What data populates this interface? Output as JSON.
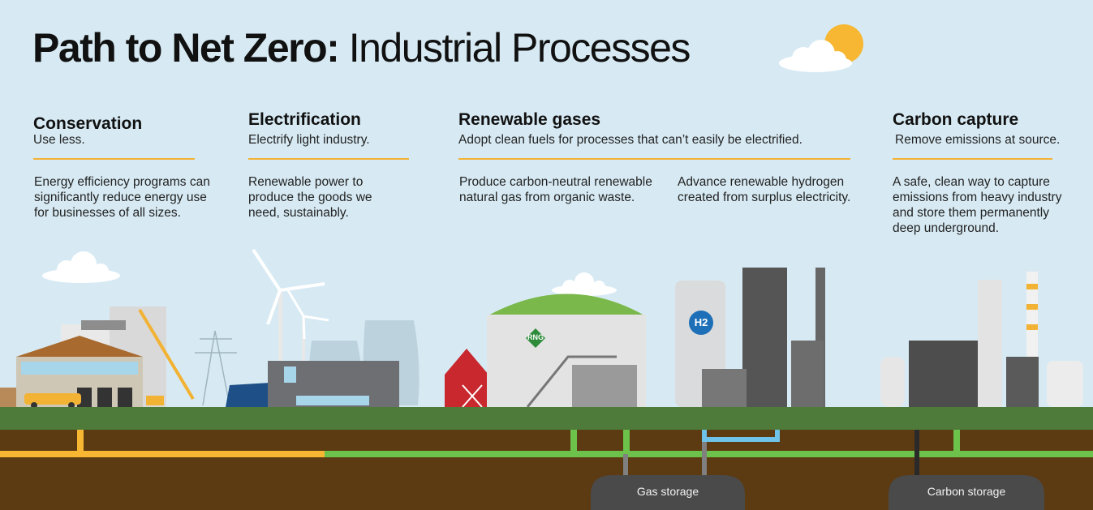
{
  "title": {
    "bold": "Path to Net Zero:",
    "light": "Industrial Processes"
  },
  "columns": [
    {
      "heading": "Conservation",
      "subtitle": "Use less.",
      "body": "Energy efficiency programs can significantly reduce energy use for businesses of all sizes."
    },
    {
      "heading": "Electrification",
      "subtitle": "Electrify light industry.",
      "body": "Renewable power to produce the goods we need, sustainably."
    },
    {
      "heading": "Renewable gases",
      "subtitle": "Adopt clean fuels for processes that can’t easily be electrified.",
      "body": "Produce carbon-neutral renewable natural gas from organic waste.",
      "body2": "Advance renewable hydrogen created from surplus electricity."
    },
    {
      "heading": "Carbon capture",
      "subtitle": "Remove emissions at source.",
      "body": "A safe, clean way to capture emissions from heavy industry and store them permanently deep underground."
    }
  ],
  "labels": {
    "rng": "RNG",
    "h2": "H2",
    "gas_storage": "Gas storage",
    "carbon_storage": "Carbon storage"
  },
  "colors": {
    "sky": "#d7eaf3",
    "accent": "#f2b233",
    "grass": "#4f7b3a",
    "soil": "#5c3a12",
    "pipe_green": "#6cc24a",
    "pipe_yellow": "#f7b733",
    "pipe_blue": "#6fc3e8",
    "storage": "#4a4a4a"
  }
}
